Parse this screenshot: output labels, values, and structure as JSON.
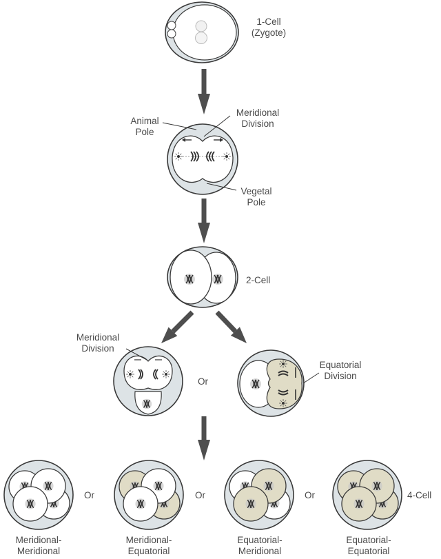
{
  "title": "Cleavage divisions from zygote to 4-cell stage",
  "colors": {
    "outline": "#3a3a3a",
    "zona": "#dde3e6",
    "cell": "#ffffff",
    "equatorial_cell": "#e0dcc6",
    "arrow": "#4e4e4e",
    "text": "#4a4a4a",
    "nucleus": "#c8c8c8"
  },
  "stages": {
    "zygote": {
      "label_line1": "1-Cell",
      "label_line2": "(Zygote)"
    },
    "first_division": {
      "animal_pole_line1": "Animal",
      "animal_pole_line2": "Pole",
      "meridional_line1": "Meridional",
      "meridional_line2": "Division",
      "vegetal_pole_line1": "Vegetal",
      "vegetal_pole_line2": "Pole"
    },
    "two_cell": {
      "label": "2-Cell"
    },
    "second_division": {
      "meridional_line1": "Meridional",
      "meridional_line2": "Division",
      "or": "Or",
      "equatorial_line1": "Equatorial",
      "equatorial_line2": "Division"
    },
    "four_cell": {
      "label": "4-Cell",
      "or": "Or",
      "variants": [
        {
          "line1": "Meridional-",
          "line2": "Meridional",
          "equatorial_cells": []
        },
        {
          "line1": "Meridional-",
          "line2": "Equatorial",
          "equatorial_cells": [
            "back-left",
            "back-right"
          ]
        },
        {
          "line1": "Equatorial-",
          "line2": "Meridional",
          "equatorial_cells": [
            "front-right",
            "front-left"
          ]
        },
        {
          "line1": "Equatorial-",
          "line2": "Equatorial",
          "equatorial_cells": [
            "back-left",
            "front-right",
            "front-left",
            "back-right"
          ]
        }
      ]
    }
  }
}
